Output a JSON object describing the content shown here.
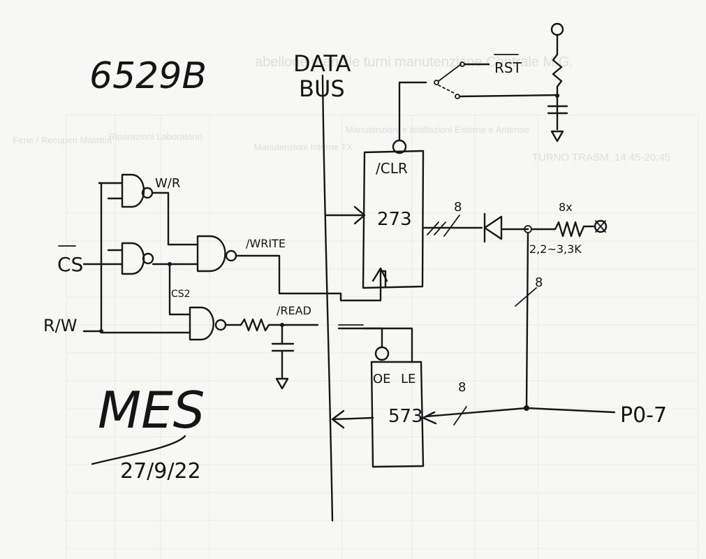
{
  "title": "6529B",
  "data_bus": [
    "DATA",
    "BUS"
  ],
  "signals": {
    "cs": "CS",
    "rw": "R/W",
    "w_r": "W/R",
    "write": "/WRITE",
    "read": "/READ",
    "cs2": "CS2",
    "rst": "RST",
    "clr": "/CLR",
    "oe": "OE",
    "le": "LE",
    "port": "P0-7"
  },
  "chips": {
    "latch_out": "273",
    "latch_in": "573"
  },
  "buses": {
    "out_width": "8",
    "led_width": "8",
    "port_width": "8",
    "in_width": "8"
  },
  "resistors": {
    "count": "8x",
    "value": "2,2~3,3K"
  },
  "signature": {
    "initials": "MES",
    "date": "27/9/22"
  },
  "background": {
    "heading": "abellone mensile turni manutenzione Centrale M.G.",
    "headers": [
      "TURNO TRASM. 14:45-20:45",
      "Manutenzioni e Istallazioni Esterne e Antenne",
      "Manutenzioni Interne TX",
      "Riparazioni Laboratorio",
      "Ferie / Recuperi Malattia"
    ]
  }
}
